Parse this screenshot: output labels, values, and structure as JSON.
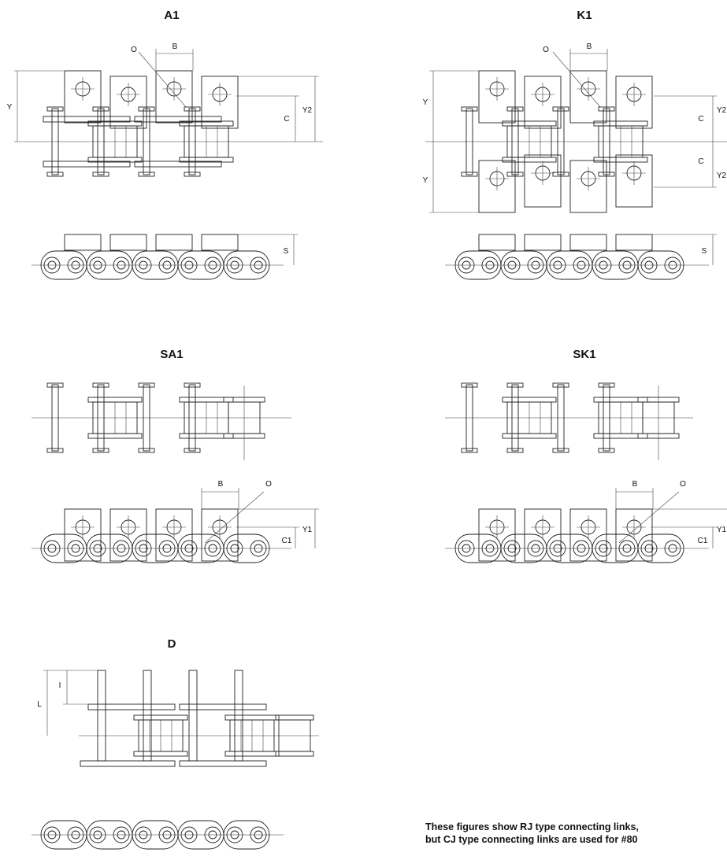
{
  "figures": {
    "a1": {
      "title": "A1",
      "labels": {
        "o": "O",
        "b": "B",
        "y": "Y",
        "c": "C",
        "y2": "Y2",
        "s": "S"
      }
    },
    "k1": {
      "title": "K1",
      "labels": {
        "o": "O",
        "b": "B",
        "y_top": "Y",
        "y_bottom": "Y",
        "c_top": "C",
        "c_bottom": "C",
        "y2_top": "Y2",
        "y2_bottom": "Y2",
        "s": "S"
      }
    },
    "sa1": {
      "title": "SA1",
      "labels": {
        "b": "B",
        "o": "O",
        "c1": "C1",
        "y1": "Y1"
      }
    },
    "sk1": {
      "title": "SK1",
      "labels": {
        "b": "B",
        "o": "O",
        "c1": "C1",
        "y1": "Y1"
      }
    },
    "d": {
      "title": "D",
      "labels": {
        "l": "L",
        "i": "I"
      }
    }
  },
  "note": {
    "line1": "These figures show RJ type connecting links,",
    "line2": "but CJ type connecting links are used for #80"
  }
}
